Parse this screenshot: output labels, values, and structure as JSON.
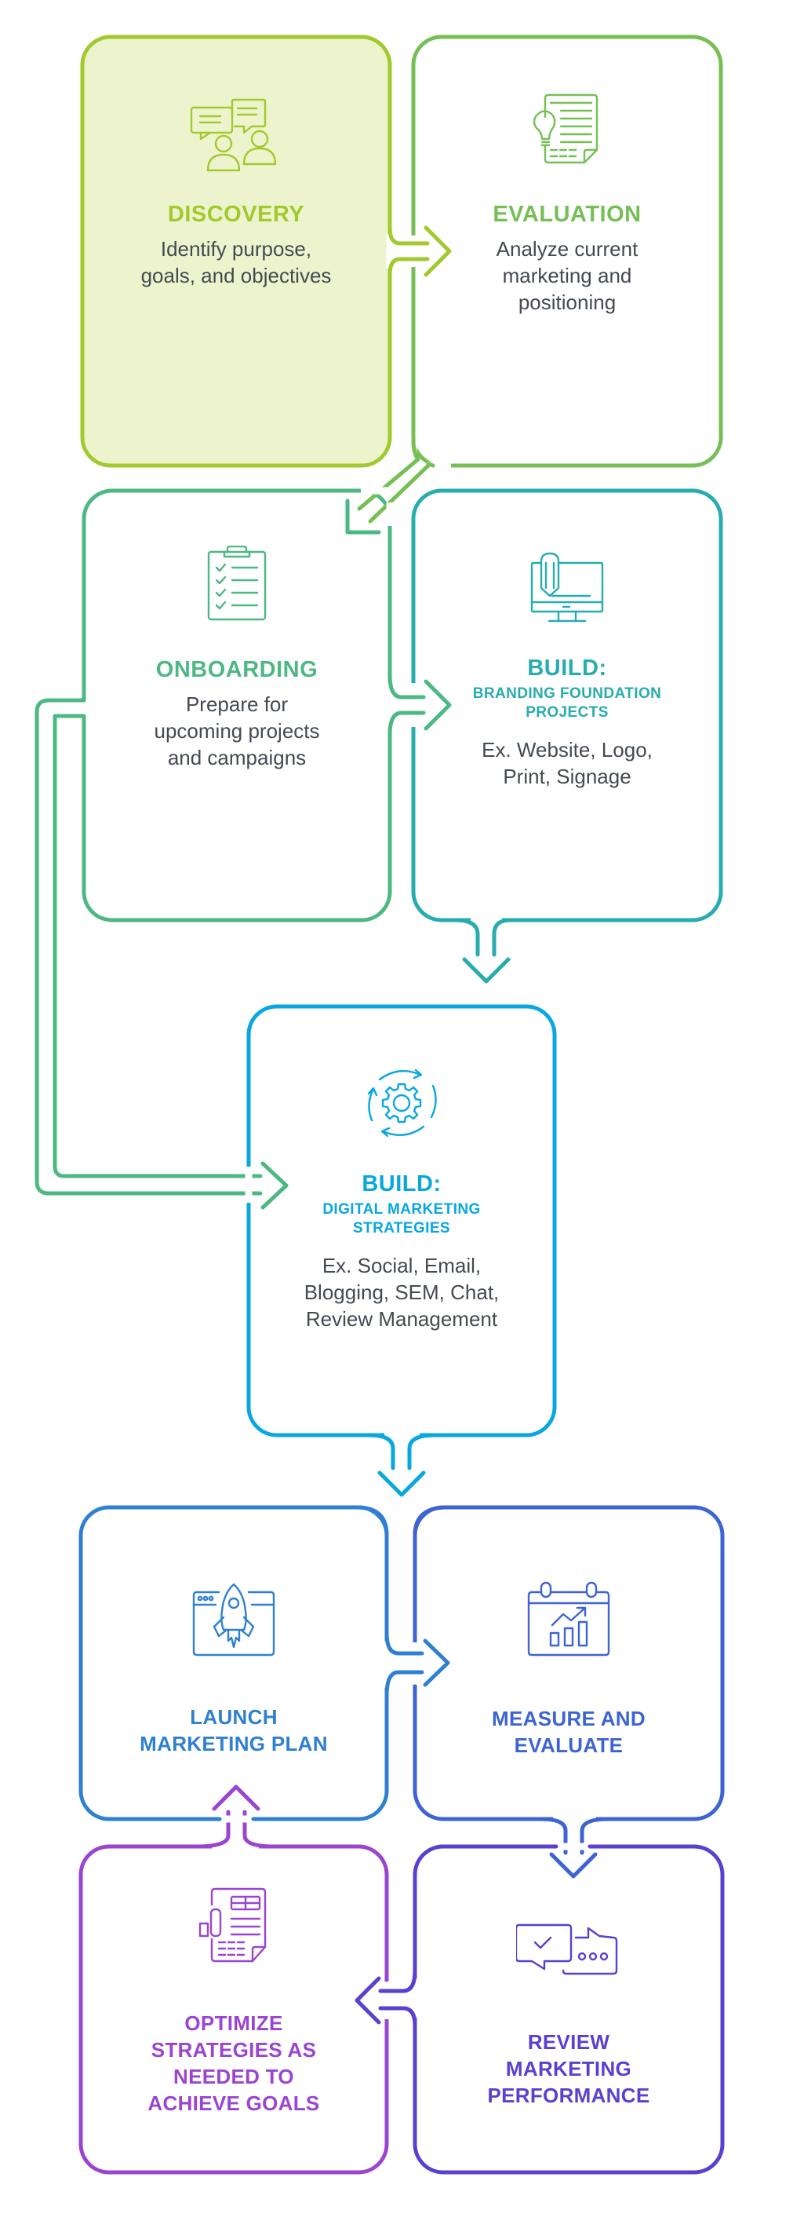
{
  "steps": [
    {
      "id": "discovery",
      "title": "DISCOVERY",
      "description": [
        "Identify purpose,",
        "goals, and objectives"
      ],
      "icon": "discussion-people-icon",
      "color": "#a2c92e",
      "fill": "#edf4cd"
    },
    {
      "id": "evaluation",
      "title": "EVALUATION",
      "description": [
        "Analyze current",
        "marketing and",
        "positioning"
      ],
      "icon": "document-lightbulb-icon",
      "color": "#75bf55"
    },
    {
      "id": "onboarding",
      "title": "ONBOARDING",
      "description": [
        "Prepare for",
        "upcoming projects",
        "and campaigns"
      ],
      "icon": "checklist-clipboard-icon",
      "color": "#4db884"
    },
    {
      "id": "build-branding",
      "title": "BUILD:",
      "subtitle": [
        "BRANDING FOUNDATION",
        "PROJECTS"
      ],
      "description": [
        "Ex. Website, Logo,",
        "Print, Signage"
      ],
      "icon": "monitor-pencil-icon",
      "color": "#27acb0"
    },
    {
      "id": "build-digital",
      "title": "BUILD:",
      "subtitle": [
        "DIGITAL MARKETING",
        "STRATEGIES"
      ],
      "description": [
        "Ex. Social, Email,",
        "Blogging, SEM, Chat,",
        "Review Management"
      ],
      "icon": "gear-cycle-icon",
      "color": "#08a7df"
    },
    {
      "id": "launch",
      "title": [
        "LAUNCH",
        "MARKETING PLAN"
      ],
      "icon": "browser-rocket-icon",
      "color": "#2f80d0"
    },
    {
      "id": "measure",
      "title": [
        "MEASURE AND",
        "EVALUATE"
      ],
      "icon": "calendar-chart-icon",
      "color": "#3d64d2"
    },
    {
      "id": "optimize",
      "title": [
        "OPTIMIZE",
        "STRATEGIES AS",
        "NEEDED TO",
        "ACHIEVE GOALS"
      ],
      "icon": "report-document-icon",
      "color": "#9b44cf"
    },
    {
      "id": "review",
      "title": [
        "REVIEW",
        "MARKETING",
        "PERFORMANCE"
      ],
      "icon": "chat-review-icon",
      "color": "#5b3fd0"
    }
  ],
  "connectors": [
    {
      "from": "discovery",
      "to": "evaluation",
      "direction": "right"
    },
    {
      "from": "evaluation",
      "to": "onboarding",
      "direction": "down-left"
    },
    {
      "from": "onboarding",
      "to": "build-branding",
      "direction": "right"
    },
    {
      "from": "build-branding",
      "to": "build-digital",
      "direction": "down"
    },
    {
      "from": "onboarding",
      "to": "build-digital",
      "direction": "right"
    },
    {
      "from": "build-digital",
      "to": "launch",
      "direction": "down"
    },
    {
      "from": "launch",
      "to": "measure",
      "direction": "right"
    },
    {
      "from": "measure",
      "to": "review",
      "direction": "down"
    },
    {
      "from": "review",
      "to": "optimize",
      "direction": "left"
    },
    {
      "from": "optimize",
      "to": "launch",
      "direction": "up"
    }
  ],
  "text_color": "#444a52"
}
